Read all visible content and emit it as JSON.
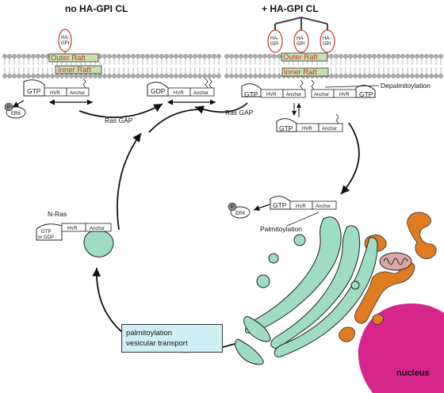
{
  "titles": {
    "left": "no HA-GPI CL",
    "right": "+ HA-GPI CL"
  },
  "raft": {
    "outer": "Outer Raft",
    "inner": "Inner Raft"
  },
  "protein": {
    "gtp": "GTP",
    "gdp": "GDP",
    "hvr": "HVR",
    "anchor": "Anchor",
    "gtp_or_gdp_1": "GTP",
    "gtp_or_gdp_2": "or GDP"
  },
  "ha_gpi": {
    "line1": "HA-",
    "line2": "GPI"
  },
  "erk": {
    "p": "P",
    "label": "ERK"
  },
  "labels": {
    "ras_gap_left": "Ras GAP",
    "ras_gap_right": "Ras GAP",
    "depalmitoylation": "Depalmitoylation",
    "palmitoylation": "Palmitoylation",
    "nras": "N-Ras",
    "nucleus": "nucleus"
  },
  "note": {
    "line1": "palmitoylation",
    "line2": "vesicular transport"
  },
  "colors": {
    "golgi": "#9fdcc4",
    "er": "#e07b22",
    "nucleus": "#d6268c",
    "raft": "#c8ddb0",
    "lipid": "#aaaaaa",
    "red": "#c0392b"
  }
}
